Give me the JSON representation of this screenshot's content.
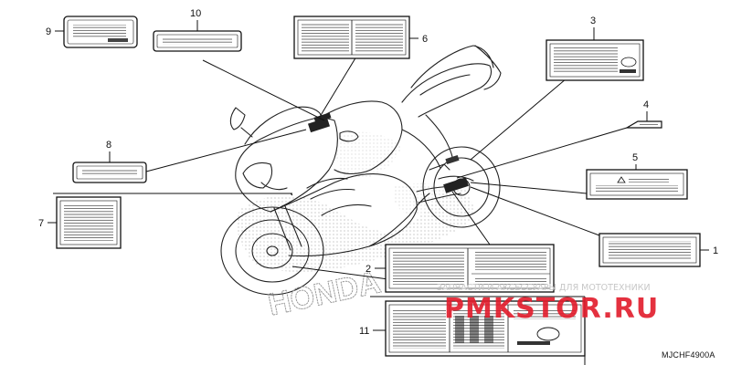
{
  "diagram": {
    "callouts": [
      "1",
      "2",
      "3",
      "4",
      "5",
      "6",
      "7",
      "8",
      "9",
      "10",
      "11"
    ],
    "code": "MJCHF4900A",
    "brand_mark": "HONDA"
  },
  "watermark": {
    "tagline": "ЗАПЧАСТИ И АКСЕССУАРЫ ДЛЯ МОТОТЕХНИКИ",
    "logo": "PMKSTOR.RU",
    "color": "#e21b2b"
  }
}
